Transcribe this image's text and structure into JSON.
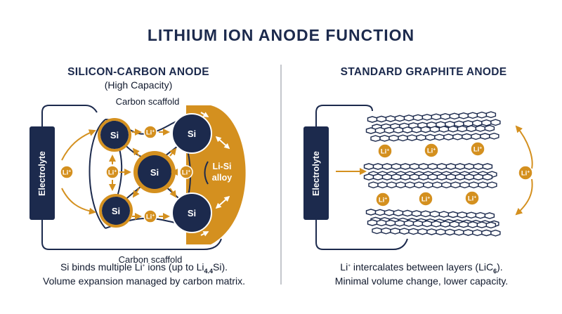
{
  "title": "LITHIUM ION ANODE FUNCTION",
  "left": {
    "heading": "SILICON-CARBON ANODE",
    "subheading": "(High Capacity)",
    "electrolyte_label": "Electrolyte",
    "scaffold_top": "Carbon scaffold",
    "scaffold_bottom": "Carbon scaffold",
    "si_label": "Si",
    "li_label": "Li",
    "li_charge": "+",
    "alloy_line1": "Li-Si",
    "alloy_line2": "alloy",
    "caption_line1_a": "Si binds multiple Li",
    "caption_line1_sup": "+",
    "caption_line1_b": " ions (up to Li",
    "caption_line1_sub": "4.4",
    "caption_line1_c": "Si).",
    "caption_line2": "Volume expansion managed by carbon matrix."
  },
  "right": {
    "heading": "STANDARD GRAPHITE ANODE",
    "electrolyte_label": "Electrolyte",
    "li_label": "Li",
    "li_charge": "+",
    "caption_line1_a": "Li",
    "caption_line1_sup": "+",
    "caption_line1_b": " intercalates between layers (LiC",
    "caption_line1_sub": "6",
    "caption_line1_c": ").",
    "caption_line2": "Minimal volume change, lower capacity."
  },
  "colors": {
    "navy": "#1c2a4d",
    "gold": "#d4901f",
    "text": "#111a2e"
  }
}
